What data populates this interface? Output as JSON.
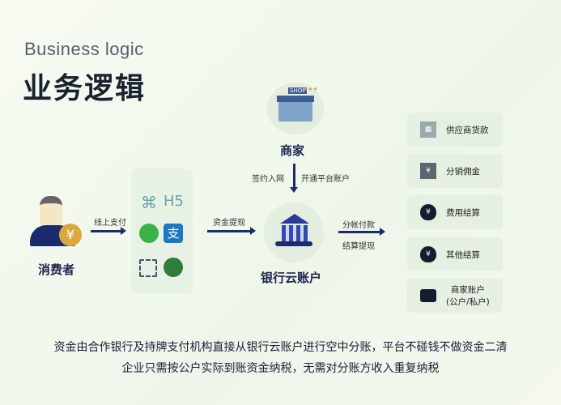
{
  "title_en": "Business logic",
  "title_zh": "业务逻辑",
  "merchant": {
    "label": "商家",
    "sign": "签约入网",
    "open": "开通平台账户",
    "shop_sign": "SHOP"
  },
  "consumer": {
    "label": "消费者",
    "pay": "线上支付"
  },
  "channels": {
    "h5": "H5"
  },
  "withdraw": "资金提现",
  "bank": {
    "label": "银行云账户"
  },
  "split": {
    "top": "分帐付款",
    "bottom": "结算提现"
  },
  "targets": [
    {
      "icon": "shop-icon",
      "label": "供应商货款"
    },
    {
      "icon": "yuan-card-icon",
      "label": "分销佣金"
    },
    {
      "icon": "money-bag-icon",
      "label": "费用结算"
    },
    {
      "icon": "money-bag-icon",
      "label": "其他结算"
    },
    {
      "icon": "wallet-icon",
      "label": "商家账户",
      "sub": "(公户/私户)"
    }
  ],
  "footer": [
    "资金由合作银行及持牌支付机构直接从银行云账户进行空中分账，平台不碰钱不做资金二清",
    "企业只需按公户实际到账资金纳税，无需对分账方收入重复纳税"
  ],
  "colors": {
    "navy": "#1d2a6e",
    "gold": "#d9a93f",
    "green": "#3bb34a",
    "blue": "#1d78c1"
  }
}
